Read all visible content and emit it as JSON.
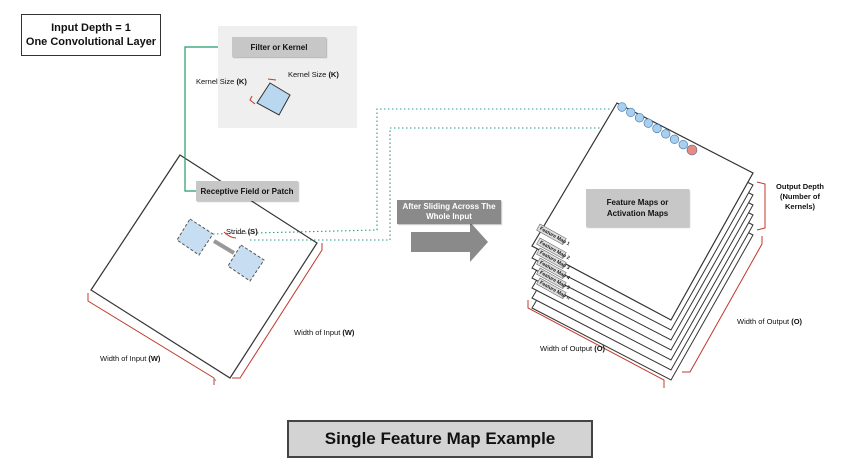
{
  "header": {
    "depth_line1": "Input Depth = 1",
    "depth_line2": "One Convolutional Layer"
  },
  "kernel": {
    "title": "Filter or Kernel",
    "size_left_prefix": "Kernel Size ",
    "size_left_symbol": "(K)",
    "size_right_prefix": "Kernel Size ",
    "size_right_symbol": "(K)"
  },
  "input": {
    "receptive_label": "Receptive Field or Patch",
    "stride_prefix": "Stride ",
    "stride_symbol": "(S)",
    "width_left_prefix": "Width of Input ",
    "width_left_symbol": "(W)",
    "width_right_prefix": "Width of Input ",
    "width_right_symbol": "(W)"
  },
  "arrow": {
    "line1": "After Sliding Across The",
    "line2": "Whole Input"
  },
  "output": {
    "feature_line1": "Feature Maps or",
    "feature_line2": "Activation Maps",
    "depth_line1": "Output Depth",
    "depth_line2": "(Number of",
    "depth_line3": "Kernels)",
    "width_left_prefix": "Width of Output ",
    "width_left_symbol": "(O)",
    "width_right_prefix": "Width of Output ",
    "width_right_symbol": "(O)",
    "map_labels": [
      "Feature Map 1",
      "Feature Map 2",
      "Feature Map 3",
      "Feature Map 4",
      "Feature Map 5",
      "Feature Map n"
    ]
  },
  "caption": "Single Feature Map Example",
  "colors": {
    "kernel_fill": "#b9d7ee",
    "kernel_stroke": "#333333",
    "dotted_line": "#2a9d8f",
    "green_line": "#1e9e6a",
    "brace_red": "#c0392b",
    "dot_blue": "#a9cfee",
    "dot_last": "#e88a80",
    "arrow_grey": "#8a8a8a"
  }
}
